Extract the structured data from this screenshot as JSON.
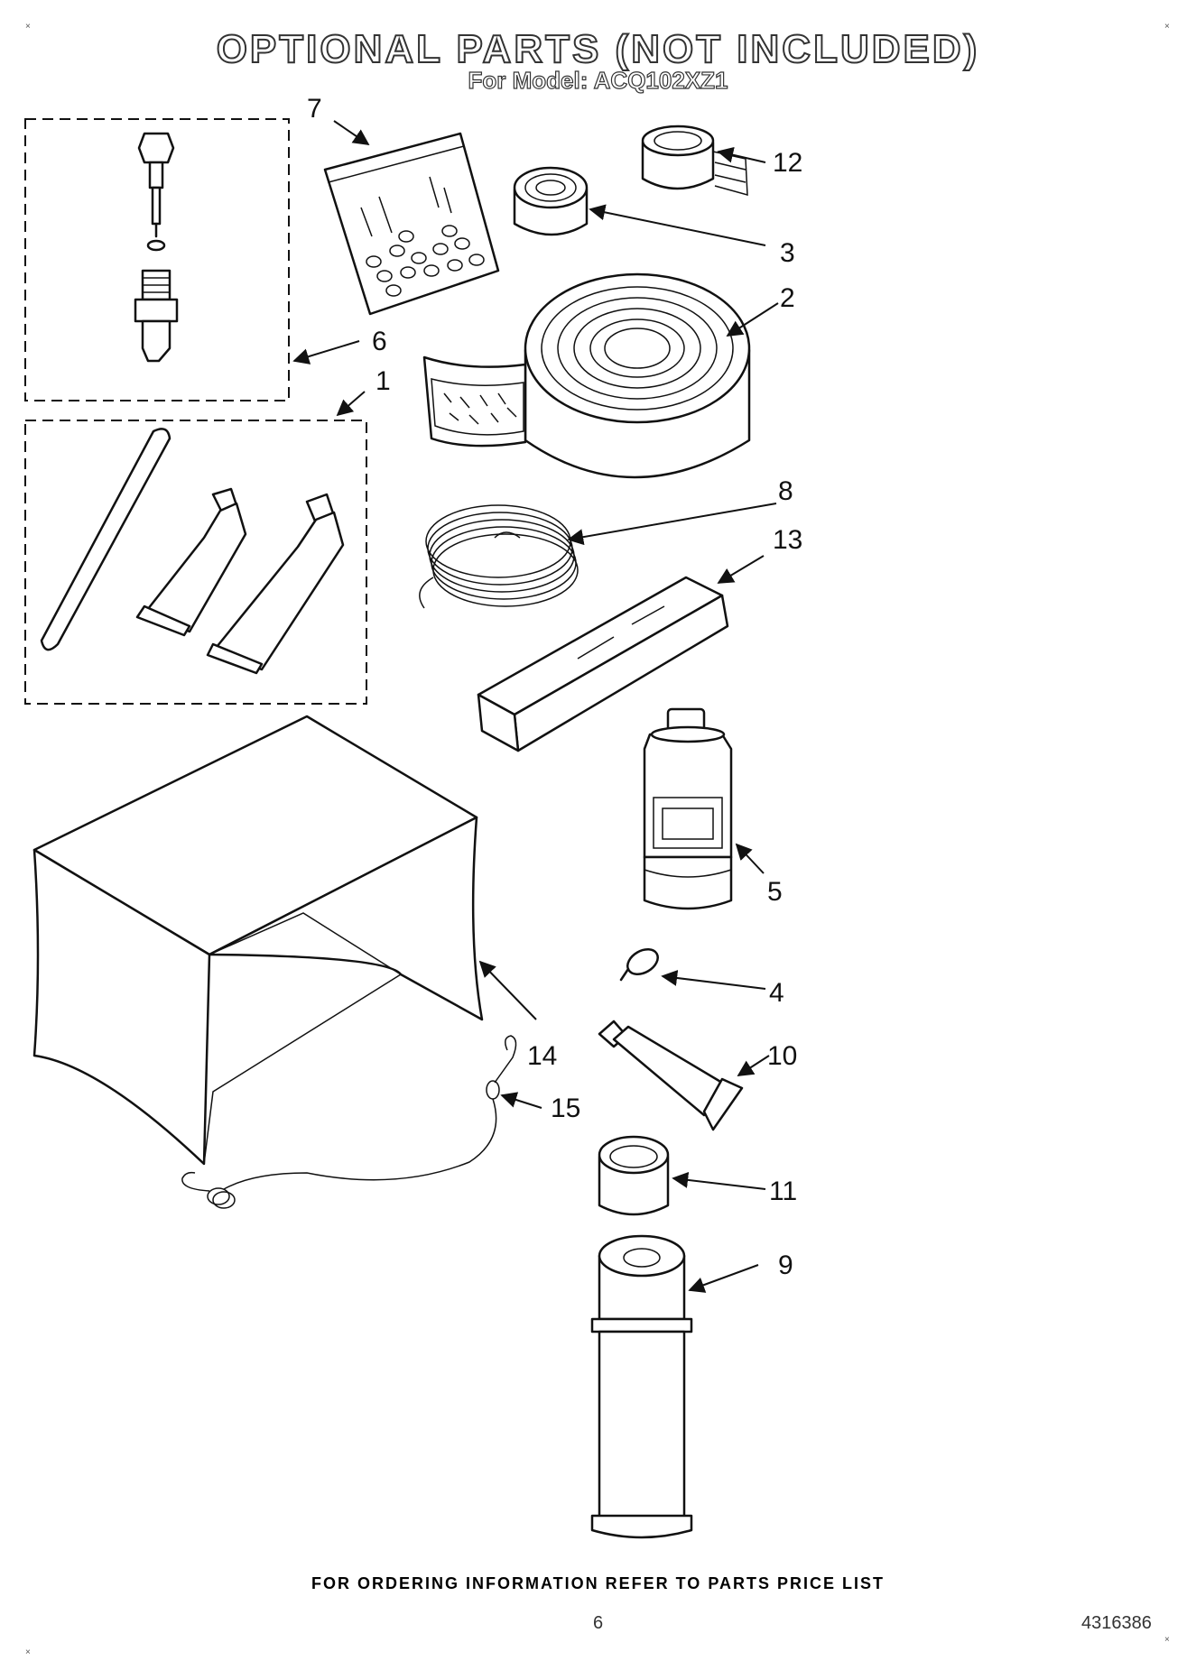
{
  "header": {
    "title": "OPTIONAL PARTS (NOT INCLUDED)",
    "subtitle": "For Model: ACQ102XZ1"
  },
  "callouts": [
    "1",
    "2",
    "3",
    "4",
    "5",
    "6",
    "7",
    "8",
    "9",
    "10",
    "11",
    "12",
    "13",
    "14",
    "15"
  ],
  "footer": {
    "ordering_note": "FOR ORDERING INFORMATION REFER TO PARTS PRICE LIST",
    "page_number": "6",
    "document_number": "4316386"
  }
}
